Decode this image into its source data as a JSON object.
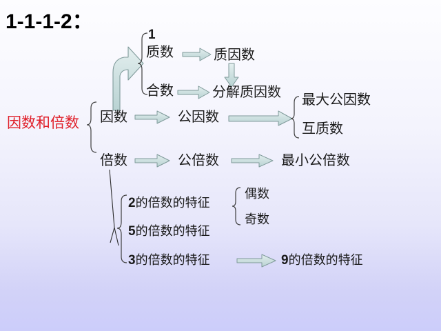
{
  "slide": {
    "title": "1-1-1-2：",
    "background_top": "#fdfdff",
    "background_bottom": "#cccdfa",
    "root_color": "#e0202a",
    "arrow_fill": "#cfe0e0",
    "arrow_stroke": "#6f8d8d",
    "brace_color": "#3a3a3a"
  },
  "diagram": {
    "root": "因数和倍数",
    "nodes": {
      "one": "1",
      "prime": "质数",
      "composite": "合数",
      "prime_factor": "质因数",
      "factorize": "分解质因数",
      "factor": "因数",
      "common_factor": "公因数",
      "gcd": "最大公因数",
      "coprime": "互质数",
      "multiple": "倍数",
      "common_multiple": "公倍数",
      "lcm": "最小公倍数",
      "feature2_num": "2",
      "feature2_text": "的倍数的特征",
      "feature5_num": "5",
      "feature5_text": "的倍数的特征",
      "feature3_num": "3",
      "feature3_text": "的倍数的特征",
      "feature9_num": "9",
      "feature9_text": "的倍数的特征",
      "even": "偶数",
      "odd": "奇数"
    },
    "icons": {
      "bent_arrow": "bent-arrow-right-icon",
      "arrow_right": "arrow-right-icon",
      "arrow_down": "arrow-down-icon",
      "brace_right": "curly-brace-icon",
      "diagonal_connector": "diagonal-line-icon"
    }
  }
}
